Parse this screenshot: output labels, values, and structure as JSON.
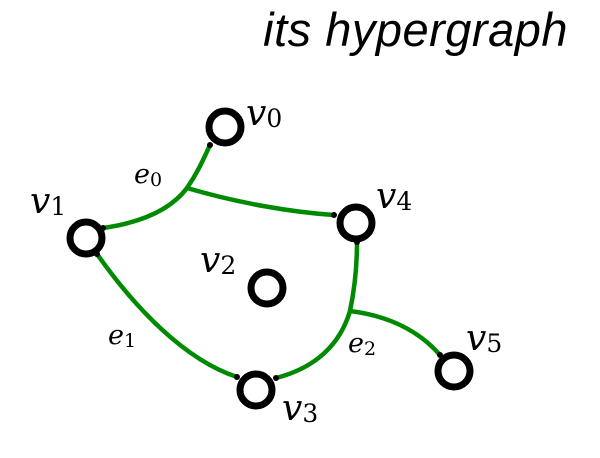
{
  "title": "its hypergraph",
  "colors": {
    "edge": "#008a00",
    "vertex": "#000000",
    "background": "#ffffff"
  },
  "vertices": [
    {
      "id": "v0",
      "label": "v",
      "sub": "0"
    },
    {
      "id": "v1",
      "label": "v",
      "sub": "1"
    },
    {
      "id": "v2",
      "label": "v",
      "sub": "2"
    },
    {
      "id": "v3",
      "label": "v",
      "sub": "3"
    },
    {
      "id": "v4",
      "label": "v",
      "sub": "4"
    },
    {
      "id": "v5",
      "label": "v",
      "sub": "5"
    }
  ],
  "edges": [
    {
      "id": "e0",
      "label": "e",
      "sub": "0",
      "members": [
        "v0",
        "v1",
        "v4"
      ]
    },
    {
      "id": "e1",
      "label": "e",
      "sub": "1",
      "members": [
        "v1",
        "v3"
      ]
    },
    {
      "id": "e2",
      "label": "e",
      "sub": "2",
      "members": [
        "v3",
        "v4",
        "v5"
      ]
    }
  ]
}
